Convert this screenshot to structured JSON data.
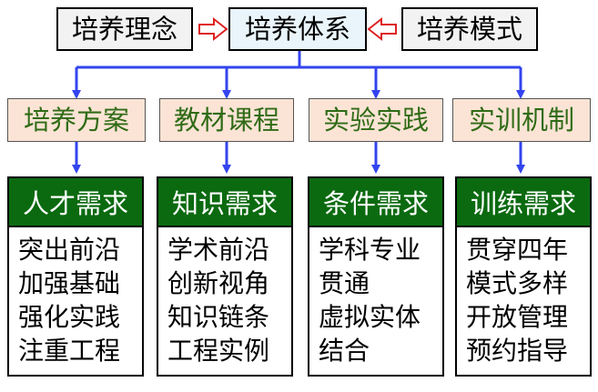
{
  "top": {
    "left": "培养理念",
    "center": "培养体系",
    "right": "培养模式"
  },
  "plans": [
    "培养方案",
    "教材课程",
    "实验实践",
    "实训机制"
  ],
  "cards": [
    {
      "title": "人才需求",
      "lines": [
        "突出前沿",
        "加强基础",
        "强化实践",
        "注重工程"
      ]
    },
    {
      "title": "知识需求",
      "lines": [
        "学术前沿",
        "创新视角",
        "知识链条",
        "工程实例"
      ]
    },
    {
      "title": "条件需求",
      "lines": [
        "学科专业",
        "贯通",
        "虚拟实体",
        "结合"
      ]
    },
    {
      "title": "训练需求",
      "lines": [
        "贯穿四年",
        "模式多样",
        "开放管理",
        "预约指导"
      ]
    }
  ],
  "colors": {
    "connector": "#3344ee",
    "hollow_arrow": "#dd2222",
    "card_header": "#0b6a10",
    "plan_text": "#2f6b16",
    "plan_fill": "#fbe4d5"
  }
}
